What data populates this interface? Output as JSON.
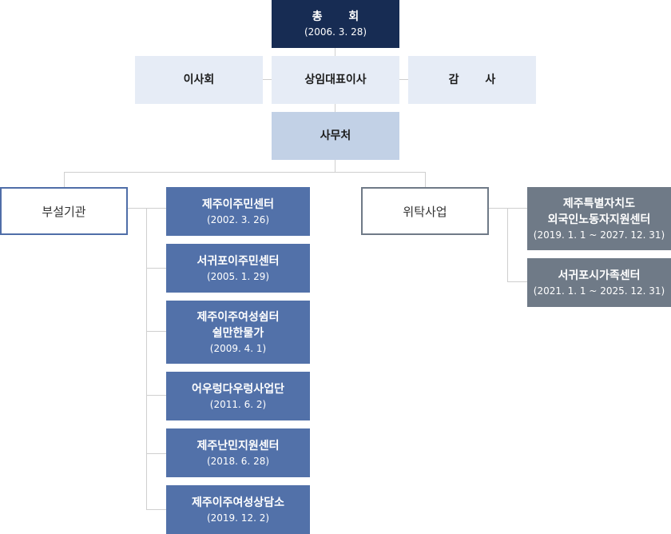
{
  "general_meeting": {
    "title": "총 회",
    "date": "(2006. 3. 28)"
  },
  "board": {
    "title": "이사회"
  },
  "ceo": {
    "title": "상임대표이사"
  },
  "audit": {
    "title": "감 사"
  },
  "secretariat": {
    "title": "사무처"
  },
  "affiliated": {
    "label": "부설기관",
    "items": [
      {
        "name": "제주이주민센터",
        "date": "(2002. 3. 26)"
      },
      {
        "name": "서귀포이주민센터",
        "date": "(2005. 1. 29)"
      },
      {
        "name": "제주이주여성쉼터",
        "name2": "쉴만한물가",
        "date": "(2009. 4. 1)"
      },
      {
        "name": "어우렁다우렁사업단",
        "date": "(2011. 6. 2)"
      },
      {
        "name": "제주난민지원센터",
        "date": "(2018. 6. 28)"
      },
      {
        "name": "제주이주여성상담소",
        "date": "(2019. 12. 2)"
      }
    ]
  },
  "commissioned": {
    "label": "위탁사업",
    "items": [
      {
        "name": "제주특별자치도",
        "name2": "외국인노동자지원센터",
        "date": "(2019. 1. 1 ~ 2027. 12. 31)"
      },
      {
        "name": "서귀포시가족센터",
        "date": "(2021. 1. 1 ~ 2025. 12. 31)"
      }
    ]
  }
}
